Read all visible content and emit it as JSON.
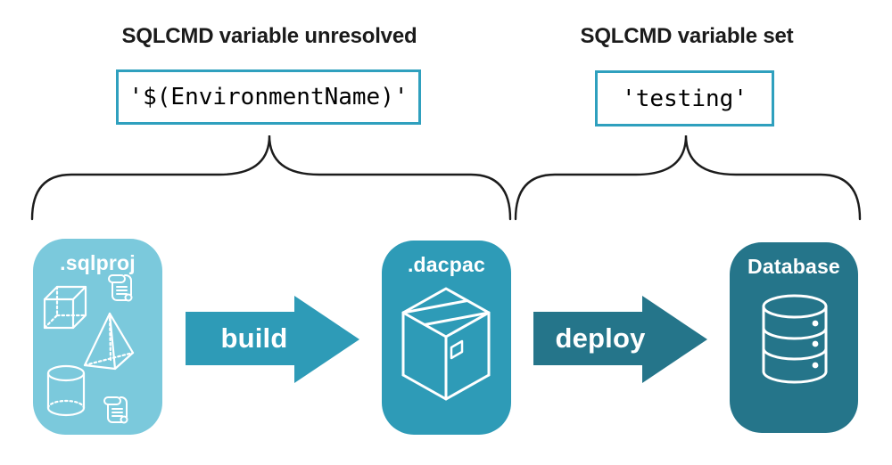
{
  "annotations": {
    "left": {
      "heading": "SQLCMD variable unresolved",
      "code": "'$(EnvironmentName)'"
    },
    "right": {
      "heading": "SQLCMD variable set",
      "code": "'testing'"
    }
  },
  "pipeline": {
    "stages": [
      {
        "label": ".sqlproj",
        "color": "#7bc9dc",
        "icon": "sql-objects-icon"
      },
      {
        "label": ".dacpac",
        "color": "#2e9bb7",
        "icon": "package-icon"
      },
      {
        "label": "Database",
        "color": "#25758a",
        "icon": "database-icon"
      }
    ],
    "arrows": [
      {
        "label": "build",
        "color": "#2e9bb7"
      },
      {
        "label": "deploy",
        "color": "#25758a"
      }
    ]
  },
  "colors": {
    "background": "#ffffff",
    "code_box_border": "#2fa0be",
    "heading_text": "#1b1b1b",
    "brace": "#1c1c1c",
    "icon_stroke": "#ffffff"
  }
}
